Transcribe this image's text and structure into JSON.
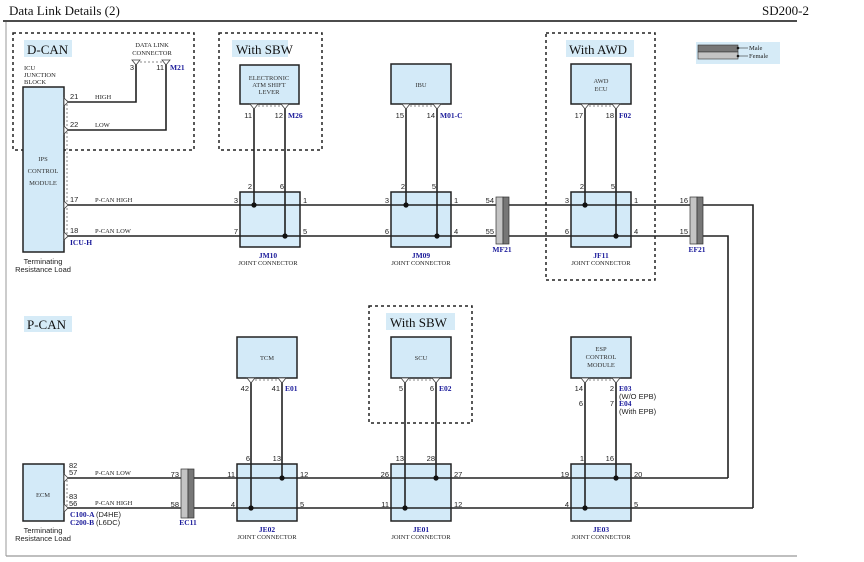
{
  "header": {
    "title": "Data Link Details (2)",
    "code": "SD200-2"
  },
  "legend": {
    "male": "Male",
    "female": "Female",
    "male_color": "#777777",
    "female_color": "#c4c4c4"
  },
  "colors": {
    "component_fill": "#d3eaf8",
    "reference_text": "#1a1a9a"
  },
  "dcan": {
    "section_label": "D-CAN",
    "dlc": {
      "name_line1": "DATA LINK",
      "name_line2": "CONNECTOR",
      "pin_high": "3",
      "pin_low": "11",
      "ref": "M21"
    },
    "icu": {
      "block_line1": "ICU",
      "block_line2": "JUNCTION",
      "block_line3": "BLOCK",
      "name_line1": "IPS",
      "name_line2": "CONTROL",
      "name_line3": "MODULE",
      "pin_21": "21",
      "pin_22": "22",
      "pin_17": "17",
      "pin_18": "18",
      "ref": "ICU-H",
      "note_line1": "Terminating",
      "note_line2": "Resistance Load"
    },
    "wire_high": "HIGH",
    "wire_low": "LOW",
    "pcan_high": "P-CAN HIGH",
    "pcan_low": "P-CAN LOW"
  },
  "sbw_top": {
    "label": "With SBW",
    "name_line1": "ELECTRONIC",
    "name_line2": "ATM SHIFT",
    "name_line3": "LEVER",
    "pin_a": "11",
    "pin_b": "12",
    "ref": "M26"
  },
  "ibu": {
    "name": "IBU",
    "pin_a": "15",
    "pin_b": "14",
    "ref": "M01-C"
  },
  "awd": {
    "label": "With AWD",
    "name_line1": "AWD",
    "name_line2": "ECU",
    "pin_a": "17",
    "pin_b": "18",
    "ref": "F02"
  },
  "jm10": {
    "id": "JM10",
    "type": "JOINT CONNECTOR",
    "top_a": "2",
    "top_b": "6",
    "l_hi": "3",
    "r_hi": "1",
    "l_lo": "7",
    "r_lo": "5"
  },
  "jm09": {
    "id": "JM09",
    "type": "JOINT CONNECTOR",
    "top_a": "2",
    "top_b": "5",
    "l_hi": "3",
    "r_hi": "1",
    "l_lo": "6",
    "r_lo": "4"
  },
  "jf11": {
    "id": "JF11",
    "type": "JOINT CONNECTOR",
    "top_a": "2",
    "top_b": "5",
    "l_hi": "3",
    "r_hi": "1",
    "l_lo": "6",
    "r_lo": "4"
  },
  "mf21": {
    "id": "MF21",
    "pin_hi": "54",
    "pin_lo": "55"
  },
  "ef21": {
    "id": "EF21",
    "pin_hi": "16",
    "pin_lo": "15"
  },
  "pcan": {
    "section_label": "P-CAN",
    "ecm": {
      "name": "ECM",
      "pin_a1": "82",
      "pin_a2": "57",
      "pin_b1": "83",
      "pin_b2": "56",
      "ref1": "C100-A",
      "ref1_note": "(D4HE)",
      "ref2": "C200-B",
      "ref2_note": "(L6DC)",
      "note_line1": "Terminating",
      "note_line2": "Resistance Load"
    },
    "wire_low": "P-CAN LOW",
    "wire_high": "P-CAN HIGH"
  },
  "ec11": {
    "id": "EC11",
    "pin_lo": "73",
    "pin_hi": "58"
  },
  "tcm": {
    "name": "TCM",
    "pin_a": "42",
    "pin_b": "41",
    "ref": "E01"
  },
  "sbw_bottom": {
    "label": "With SBW",
    "name": "SCU",
    "pin_a": "5",
    "pin_b": "6",
    "ref": "E02"
  },
  "esp": {
    "name_line1": "ESP",
    "name_line2": "CONTROL",
    "name_line3": "MODULE",
    "pin_a": "14",
    "pin_b": "2",
    "ref1": "E03",
    "ref1_note": "(W/O EPB)",
    "pin_a2": "6",
    "pin_b2": "7",
    "ref2": "E04",
    "ref2_note": "(With EPB)"
  },
  "je02": {
    "id": "JE02",
    "type": "JOINT CONNECTOR",
    "top_a": "6",
    "top_b": "13",
    "l_lo": "11",
    "r_lo": "12",
    "l_hi": "4",
    "r_hi": "5"
  },
  "je01": {
    "id": "JE01",
    "type": "JOINT CONNECTOR",
    "top_a": "13",
    "top_b": "28",
    "l_lo": "26",
    "r_lo": "27",
    "l_hi": "11",
    "r_hi": "12"
  },
  "je03": {
    "id": "JE03",
    "type": "JOINT CONNECTOR",
    "top_a": "1",
    "top_b": "16",
    "l_lo": "19",
    "r_lo": "20",
    "l_hi": "4",
    "r_hi": "5"
  }
}
